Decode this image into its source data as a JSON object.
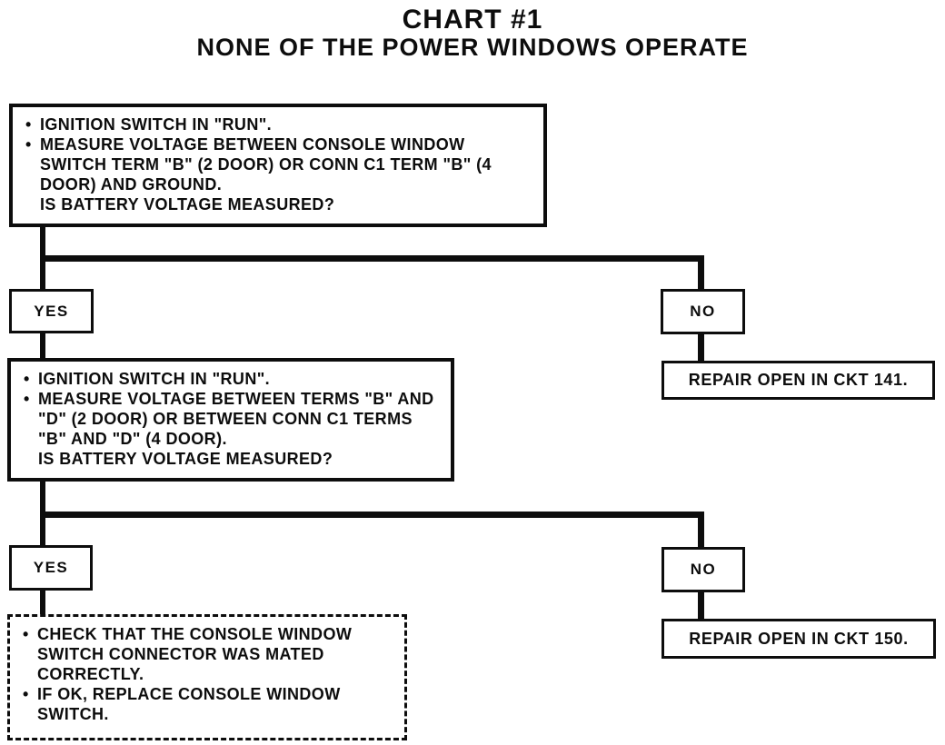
{
  "title": "CHART #1",
  "subtitle": "NONE OF THE POWER WINDOWS OPERATE",
  "colors": {
    "ink": "#0d0d0d",
    "paper": "#ffffff"
  },
  "step1": {
    "bullets": [
      "IGNITION SWITCH IN \"RUN\".",
      "MEASURE VOLTAGE BETWEEN CONSOLE WINDOW SWITCH TERM \"B\" (2 DOOR) OR CONN C1 TERM \"B\" (4 DOOR) AND GROUND."
    ],
    "question": "IS BATTERY VOLTAGE MEASURED?"
  },
  "branch1": {
    "yes_label": "YES",
    "no_label": "NO",
    "no_action": "REPAIR OPEN IN CKT 141."
  },
  "step2": {
    "bullets": [
      "IGNITION SWITCH IN \"RUN\".",
      "MEASURE VOLTAGE BETWEEN TERMS \"B\" AND \"D\" (2 DOOR) OR BETWEEN CONN C1 TERMS \"B\" AND \"D\" (4 DOOR)."
    ],
    "question": "IS BATTERY VOLTAGE MEASURED?"
  },
  "branch2": {
    "yes_label": "YES",
    "no_label": "NO",
    "no_action": "REPAIR OPEN IN CKT 150."
  },
  "final": {
    "bullets": [
      "CHECK THAT THE CONSOLE WINDOW SWITCH CONNECTOR WAS MATED CORRECTLY.",
      "IF OK, REPLACE CONSOLE WINDOW SWITCH."
    ]
  }
}
